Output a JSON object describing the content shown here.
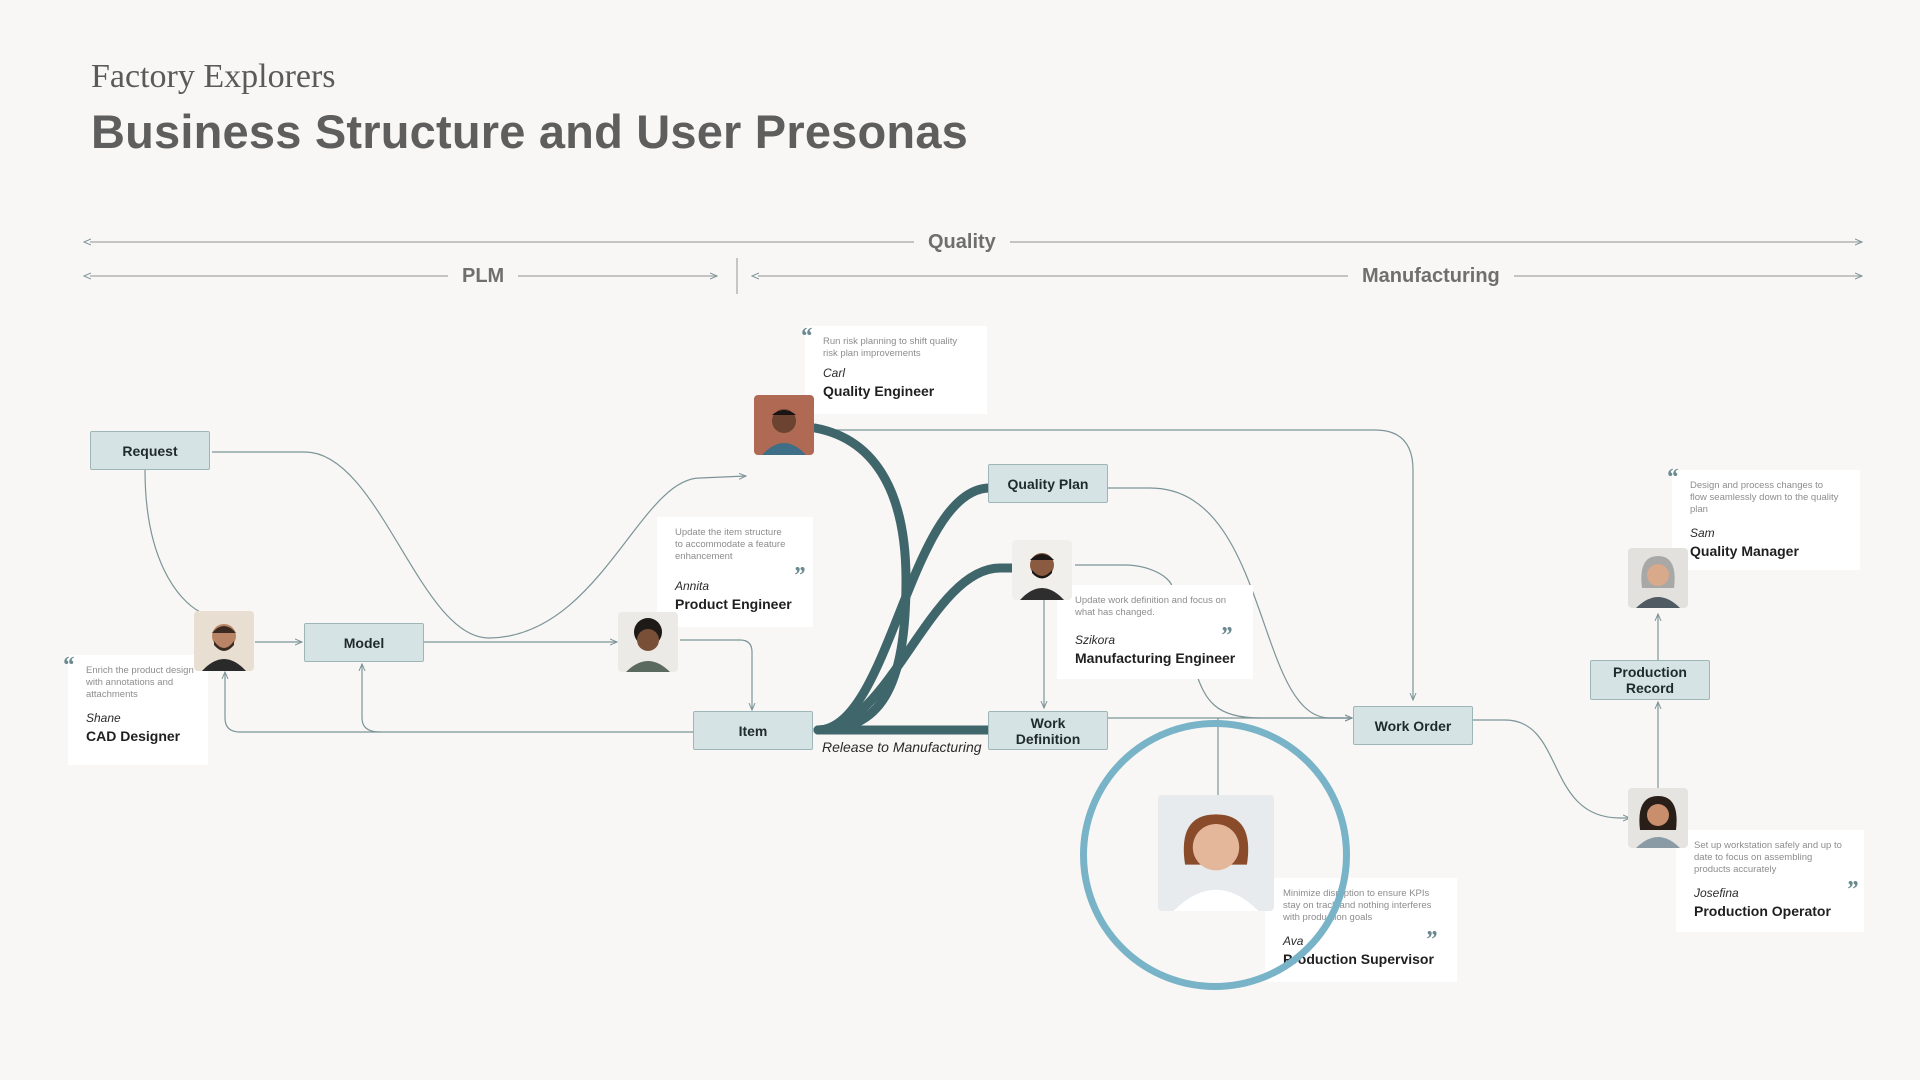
{
  "header": {
    "kicker": "Factory Explorers",
    "title": "Business Structure and User Presonas"
  },
  "domains": {
    "quality": "Quality",
    "plm": "PLM",
    "manufacturing": "Manufacturing"
  },
  "nodes": {
    "request": "Request",
    "model": "Model",
    "item": "Item",
    "quality_plan": "Quality Plan",
    "work_definition": "Work Definition",
    "work_order": "Work Order",
    "production_record": "Production Record"
  },
  "flow_label": "Release to Manufacturing",
  "personas": {
    "shane": {
      "quote": "Enrich the product design with annotations and attachments",
      "name": "Shane",
      "role": "CAD Designer"
    },
    "annita": {
      "quote": "Update the item structure to accommodate a feature enhancement",
      "name": "Annita",
      "role": "Product Engineer"
    },
    "carl": {
      "quote": "Run risk planning to shift quality risk plan improvements",
      "name": "Carl",
      "role": "Quality Engineer"
    },
    "szikora": {
      "quote": "Update work definition and focus on what has changed.",
      "name": "Szikora",
      "role": "Manufacturing Engineer"
    },
    "ava": {
      "quote": "Minimize disruption to ensure KPIs stay on track and nothing interferes with production goals",
      "name": "Ava",
      "role": "Production Supervisor"
    },
    "sam": {
      "quote": "Design and process changes to flow seamlessly down to the quality plan",
      "name": "Sam",
      "role": "Quality Manager"
    },
    "josefina": {
      "quote": "Set up workstation safely and up to date to focus on assembling products accurately",
      "name": "Josefina",
      "role": "Production Operator"
    }
  },
  "quote_marks": {
    "open": "“",
    "close": "”"
  },
  "colors": {
    "background": "#f8f7f5",
    "node_fill": "#d6e3e4",
    "thick_flow": "#3f666b",
    "thin_flow": "#7c9498",
    "focus_ring": "#78b3c8"
  },
  "icons": {
    "avatar": "person-portrait-icon",
    "quote": "quotation-mark-icon"
  }
}
